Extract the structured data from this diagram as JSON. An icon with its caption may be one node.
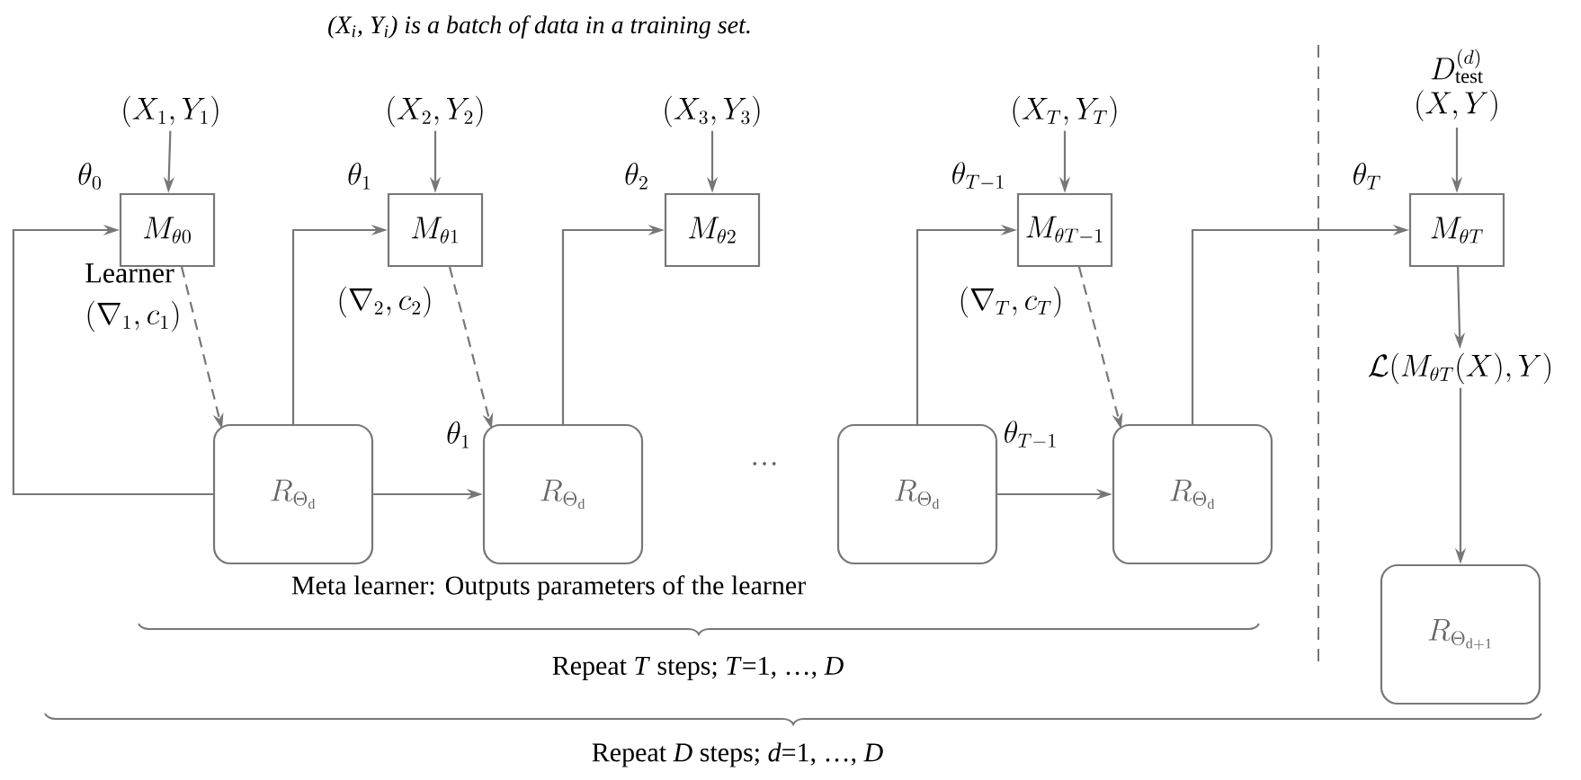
{
  "diagram": {
    "title": "(X$_{i}$, Y$_{i}$) is a batch of data in a training set.",
    "nodes": [
      {
        "text": [
          "(X_1, Y_1)"
        ]
      },
      {
        "text": [
          "M_{\\theta 0}"
        ]
      },
      {
        "text": [
          "(X_2, Y_2)"
        ]
      },
      {
        "text": [
          "M_{\\theta 1}"
        ]
      },
      {
        "text": [
          "(X_3, Y_3)"
        ]
      },
      {
        "text": [
          "M_{\\theta 2}"
        ]
      },
      {
        "text": [
          "(X_T, Y_T)"
        ]
      },
      {
        "text": [
          "M_{\\theta T-1}"
        ]
      },
      {
        "text": [
          "D^{(d)}_{\\mathrm{test}}",
          "(X, Y)"
        ]
      },
      {
        "text": [
          "M_{\\theta T}"
        ]
      },
      {
        "text": [
          "R_{\\Theta_\\mathrm{d}}"
        ]
      },
      {
        "text": [
          "R_{\\Theta_\\mathrm{d}}"
        ]
      },
      {
        "text": [
          "R_{\\Theta_\\mathrm{d}}"
        ]
      },
      {
        "text": [
          "R_{\\Theta_\\mathrm{d}}"
        ]
      },
      {
        "text": [
          "\\mathcal{L}(M_{\\theta T}(X), Y)"
        ]
      },
      {
        "text": [
          "R_{\\Theta_{\\mathrm{d+1}}}"
        ]
      }
    ],
    "edges": [
      {
        "from": 0,
        "to": 1,
        "arrow": "to"
      },
      {
        "from": 2,
        "to": 3,
        "arrow": "to"
      },
      {
        "from": 4,
        "to": 5,
        "arrow": "to"
      },
      {
        "from": 6,
        "to": 7,
        "arrow": "to"
      },
      {
        "from": 8,
        "to": 9,
        "arrow": "to"
      },
      {
        "from": 10,
        "to": 1,
        "arrow": "to",
        "label": "\\theta_0"
      },
      {
        "from": 10,
        "to": 3,
        "arrow": "to",
        "label": "\\theta_1"
      },
      {
        "from": 11,
        "to": 5,
        "arrow": "to",
        "label": "\\theta_2"
      },
      {
        "from": 12,
        "to": 7,
        "arrow": "to",
        "label": "\\theta_{T-1}"
      },
      {
        "from": 13,
        "to": 9,
        "arrow": "to",
        "label": "\\theta_T"
      },
      {
        "from": 1,
        "to": 10,
        "arrow": "to",
        "style": "dashed",
        "label": "(\\nabla_1, c_1)"
      },
      {
        "from": 3,
        "to": 11,
        "arrow": "to",
        "style": "dashed",
        "label": "(\\nabla_2, c_2)"
      },
      {
        "from": 7,
        "to": 13,
        "arrow": "to",
        "style": "dashed",
        "label": "(\\nabla_T, c_T)"
      },
      {
        "from": 10,
        "to": 11,
        "arrow": "to",
        "label": "\\theta_1"
      },
      {
        "from": 12,
        "to": 13,
        "arrow": "to",
        "label": "\\theta_{T-1}"
      },
      {
        "from": 9,
        "to": 14,
        "arrow": "to"
      },
      {
        "from": 14,
        "to": 15,
        "arrow": "to"
      }
    ],
    "labels": [
      "Learner",
      "…",
      "Meta learner: Outputs parameters of the learner",
      "Repeat *T* steps; *T*=1, …, *D*",
      "Repeat *D* steps; *d*=1, …, *D*"
    ]
  }
}
